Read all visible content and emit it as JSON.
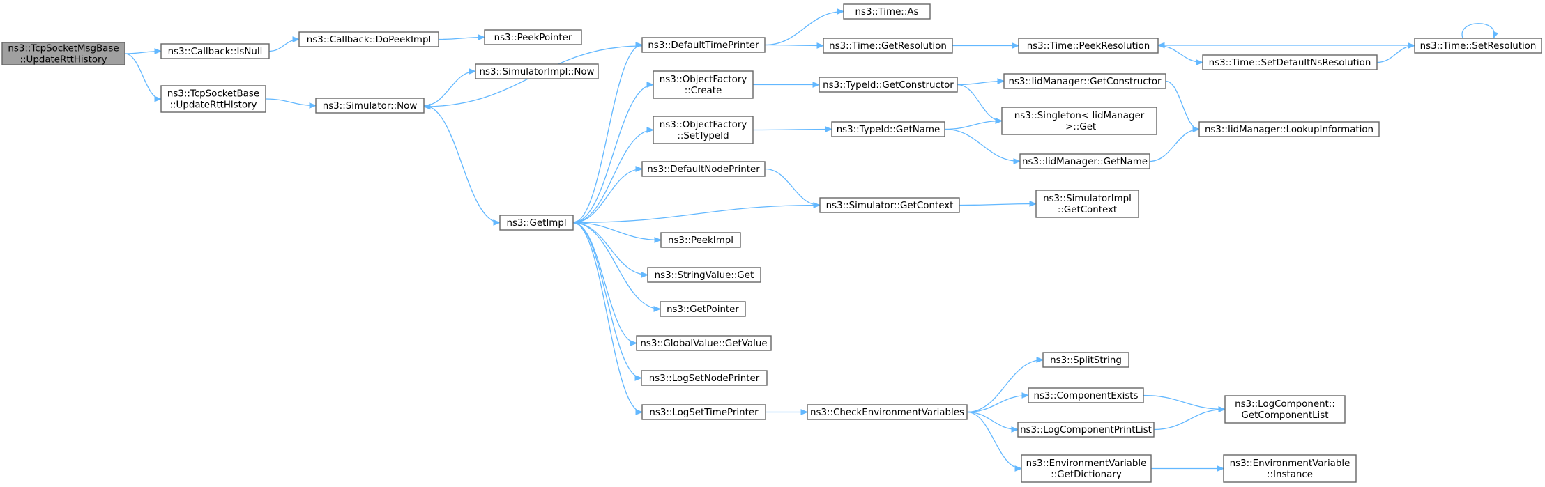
{
  "colors": {
    "edge": "#63b8ff",
    "node_border": "#666666",
    "root_fill": "#a0a0a0",
    "node_fill": "#ffffff"
  },
  "nodes": [
    {
      "id": "root",
      "lines": [
        "ns3::TcpSocketMsgBase",
        "::UpdateRttHistory"
      ],
      "root": true
    },
    {
      "id": "cbIsNull",
      "lines": [
        "ns3::Callback::IsNull"
      ]
    },
    {
      "id": "cbDoPeek",
      "lines": [
        "ns3::Callback::DoPeekImpl"
      ]
    },
    {
      "id": "peekPointer",
      "lines": [
        "ns3::PeekPointer"
      ]
    },
    {
      "id": "tcpBase",
      "lines": [
        "ns3::TcpSocketBase",
        "::UpdateRttHistory"
      ]
    },
    {
      "id": "simNow",
      "lines": [
        "ns3::Simulator::Now"
      ]
    },
    {
      "id": "simImplNow",
      "lines": [
        "ns3::SimulatorImpl::Now"
      ]
    },
    {
      "id": "getImpl",
      "lines": [
        "ns3::GetImpl"
      ]
    },
    {
      "id": "defTimePrinter",
      "lines": [
        "ns3::DefaultTimePrinter"
      ]
    },
    {
      "id": "timeAs",
      "lines": [
        "ns3::Time::As"
      ]
    },
    {
      "id": "timeGetRes",
      "lines": [
        "ns3::Time::GetResolution"
      ]
    },
    {
      "id": "timePeekRes",
      "lines": [
        "ns3::Time::PeekResolution"
      ]
    },
    {
      "id": "timeSetRes",
      "lines": [
        "ns3::Time::SetResolution"
      ]
    },
    {
      "id": "timeSetDefNs",
      "lines": [
        "ns3::Time::SetDefaultNsResolution"
      ]
    },
    {
      "id": "ofCreate",
      "lines": [
        "ns3::ObjectFactory",
        "::Create"
      ]
    },
    {
      "id": "tidGetCtor",
      "lines": [
        "ns3::TypeId::GetConstructor"
      ]
    },
    {
      "id": "iidGetCtor",
      "lines": [
        "ns3::IidManager::GetConstructor"
      ]
    },
    {
      "id": "iidLookup",
      "lines": [
        "ns3::IidManager::LookupInformation"
      ]
    },
    {
      "id": "singletonGet",
      "lines": [
        "ns3::Singleton< IidManager",
        " >::Get"
      ]
    },
    {
      "id": "ofSetTypeId",
      "lines": [
        "ns3::ObjectFactory",
        "::SetTypeId"
      ]
    },
    {
      "id": "tidGetName",
      "lines": [
        "ns3::TypeId::GetName"
      ]
    },
    {
      "id": "iidGetName",
      "lines": [
        "ns3::IidManager::GetName"
      ]
    },
    {
      "id": "defNodePrinter",
      "lines": [
        "ns3::DefaultNodePrinter"
      ]
    },
    {
      "id": "simGetCtx",
      "lines": [
        "ns3::Simulator::GetContext"
      ]
    },
    {
      "id": "simImplGetCtx",
      "lines": [
        "ns3::SimulatorImpl",
        "::GetContext"
      ]
    },
    {
      "id": "peekImpl",
      "lines": [
        "ns3::PeekImpl"
      ]
    },
    {
      "id": "strValGet",
      "lines": [
        "ns3::StringValue::Get"
      ]
    },
    {
      "id": "getPointer",
      "lines": [
        "ns3::GetPointer"
      ]
    },
    {
      "id": "gvGetValue",
      "lines": [
        "ns3::GlobalValue::GetValue"
      ]
    },
    {
      "id": "logSetNode",
      "lines": [
        "ns3::LogSetNodePrinter"
      ]
    },
    {
      "id": "logSetTime",
      "lines": [
        "ns3::LogSetTimePrinter"
      ]
    },
    {
      "id": "checkEnv",
      "lines": [
        "ns3::CheckEnvironmentVariables"
      ]
    },
    {
      "id": "splitString",
      "lines": [
        "ns3::SplitString"
      ]
    },
    {
      "id": "compExists",
      "lines": [
        "ns3::ComponentExists"
      ]
    },
    {
      "id": "logCompPrint",
      "lines": [
        "ns3::LogComponentPrintList"
      ]
    },
    {
      "id": "envGetDict",
      "lines": [
        "ns3::EnvironmentVariable",
        "::GetDictionary"
      ]
    },
    {
      "id": "logCompGetList",
      "lines": [
        "ns3::LogComponent::",
        "GetComponentList"
      ]
    },
    {
      "id": "envInstance",
      "lines": [
        "ns3::EnvironmentVariable",
        "::Instance"
      ]
    }
  ],
  "edges": [
    [
      "root",
      "cbIsNull"
    ],
    [
      "root",
      "tcpBase"
    ],
    [
      "cbIsNull",
      "cbDoPeek"
    ],
    [
      "cbDoPeek",
      "peekPointer"
    ],
    [
      "tcpBase",
      "simNow"
    ],
    [
      "simNow",
      "simImplNow"
    ],
    [
      "simNow",
      "getImpl"
    ],
    [
      "defTimePrinter",
      "simNow"
    ],
    [
      "getImpl",
      "defTimePrinter"
    ],
    [
      "getImpl",
      "ofCreate"
    ],
    [
      "getImpl",
      "ofSetTypeId"
    ],
    [
      "getImpl",
      "defNodePrinter"
    ],
    [
      "getImpl",
      "peekImpl"
    ],
    [
      "getImpl",
      "strValGet"
    ],
    [
      "getImpl",
      "getPointer"
    ],
    [
      "getImpl",
      "gvGetValue"
    ],
    [
      "getImpl",
      "logSetNode"
    ],
    [
      "getImpl",
      "logSetTime"
    ],
    [
      "simGetCtx",
      "getImpl"
    ],
    [
      "defTimePrinter",
      "timeAs"
    ],
    [
      "defTimePrinter",
      "timeGetRes"
    ],
    [
      "timeGetRes",
      "timePeekRes"
    ],
    [
      "timePeekRes",
      "timeSetDefNs"
    ],
    [
      "timeSetDefNs",
      "timeSetRes"
    ],
    [
      "timeSetRes",
      "timePeekRes"
    ],
    [
      "timeSetRes",
      "timeSetRes"
    ],
    [
      "ofCreate",
      "tidGetCtor"
    ],
    [
      "tidGetCtor",
      "iidGetCtor"
    ],
    [
      "tidGetCtor",
      "singletonGet"
    ],
    [
      "iidGetCtor",
      "iidLookup"
    ],
    [
      "ofSetTypeId",
      "tidGetName"
    ],
    [
      "tidGetName",
      "singletonGet"
    ],
    [
      "tidGetName",
      "iidGetName"
    ],
    [
      "iidGetName",
      "iidLookup"
    ],
    [
      "defNodePrinter",
      "simGetCtx"
    ],
    [
      "simGetCtx",
      "simImplGetCtx"
    ],
    [
      "logSetTime",
      "checkEnv"
    ],
    [
      "checkEnv",
      "splitString"
    ],
    [
      "checkEnv",
      "compExists"
    ],
    [
      "checkEnv",
      "logCompPrint"
    ],
    [
      "checkEnv",
      "envGetDict"
    ],
    [
      "compExists",
      "logCompGetList"
    ],
    [
      "logCompPrint",
      "logCompGetList"
    ],
    [
      "envGetDict",
      "envInstance"
    ]
  ]
}
